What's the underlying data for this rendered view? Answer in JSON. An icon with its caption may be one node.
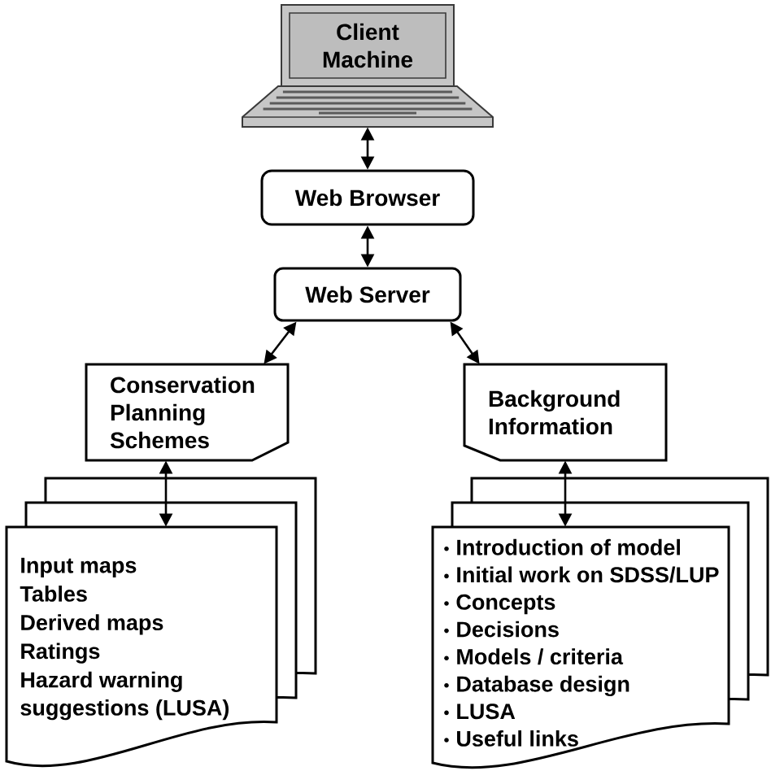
{
  "diagram": {
    "nodes": [
      {
        "text": [
          "Client Machine"
        ]
      },
      {
        "text": [
          "Web Browser"
        ]
      },
      {
        "text": [
          "Web Server"
        ]
      },
      {
        "text": [
          "Conservation Planning Schemes"
        ]
      },
      {
        "text": [
          "Background Information"
        ]
      },
      {
        "text": [
          "Input maps",
          "Tables",
          "Derived maps",
          "Ratings",
          "Hazard warning suggestions (LUSA)"
        ]
      },
      {
        "text": [
          "Introduction of model",
          "Initial work on SDSS/LUP",
          "Concepts",
          "Decisions",
          "Models / criteria",
          "Database design",
          "LUSA",
          "Useful links"
        ]
      }
    ],
    "edges": [
      {
        "from": 0,
        "to": 1,
        "arrow": "both"
      },
      {
        "from": 1,
        "to": 2,
        "arrow": "both"
      },
      {
        "from": 2,
        "to": 3,
        "arrow": "both"
      },
      {
        "from": 2,
        "to": 4,
        "arrow": "both"
      },
      {
        "from": 3,
        "to": 5,
        "arrow": "both"
      },
      {
        "from": 4,
        "to": 6,
        "arrow": "both"
      }
    ]
  }
}
